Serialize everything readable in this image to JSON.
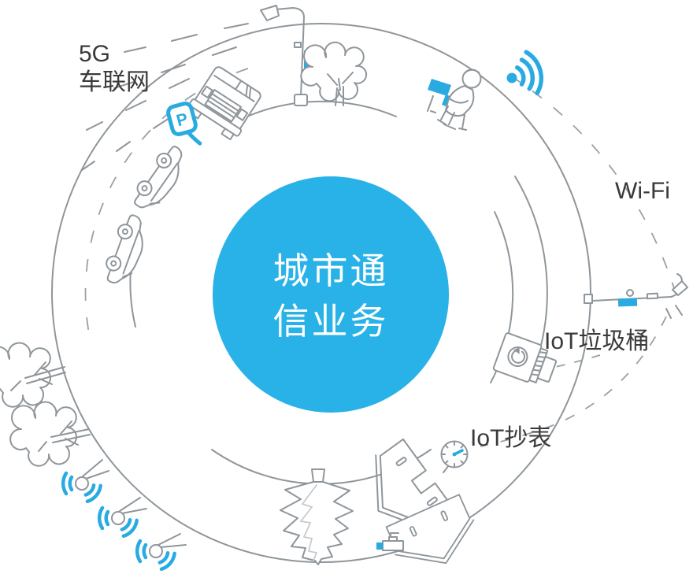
{
  "diagram": {
    "center": {
      "title_full": "城市通信业务",
      "title_line1": "城市通",
      "title_line2": "信业务"
    },
    "labels": {
      "g5_line1": "5G",
      "g5_line2": "车联网",
      "wifi": "Wi-Fi",
      "iot_trash": "IoT垃圾桶",
      "iot_meter": "IoT抄表",
      "parking_sign": "P"
    },
    "colors": {
      "accent_blue": "#29abe2",
      "center_circle_blue": "#29b2e7",
      "line_gray": "#8f969b",
      "label_text": "#3a3a3a",
      "center_text": "#ffffff"
    },
    "icons": {
      "wifi-icon": "dot with three arcs",
      "parking-sign-icon": "rounded square with P",
      "street-lamp-icon": "lamp post",
      "car-icon": "sedan outline",
      "truck-icon": "truck front outline",
      "tree-icon": "fluffy tree outline",
      "pine-tree-icon": "zigzag pine tree",
      "person-bench-icon": "person sitting on blue bench",
      "trash-bin-icon": "bin with recycle emblem",
      "gauge-icon": "meter dial with blue needle",
      "house-icon": "house outline",
      "smart-meter-icon": "small meter box",
      "sensor-node-icon": "node circle with wifi arcs"
    }
  }
}
